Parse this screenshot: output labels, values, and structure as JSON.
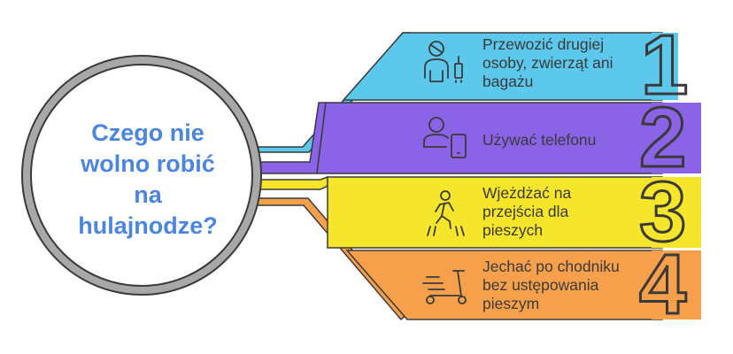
{
  "title": "Czego nie wolno robić na hulajnodze?",
  "colors": {
    "band1": "#5bc8ec",
    "band2": "#8a63e6",
    "band3": "#f5e62c",
    "band4": "#f7a04b",
    "title": "#4a86e0",
    "ring": "#9a9a9a",
    "outline": "#3a3a3a"
  },
  "items": [
    {
      "number": "1",
      "label": "Przewozić drugiej osoby, zwierząt ani bagażu",
      "icon": "person-with-luggage-icon"
    },
    {
      "number": "2",
      "label": "Używać telefonu",
      "icon": "person-with-phone-icon"
    },
    {
      "number": "3",
      "label": "Wjeżdżać na przejścia dla pieszych",
      "icon": "pedestrian-crossing-icon"
    },
    {
      "number": "4",
      "label": "Jechać po chodniku bez ustępowania pieszym",
      "icon": "scooter-icon"
    }
  ]
}
